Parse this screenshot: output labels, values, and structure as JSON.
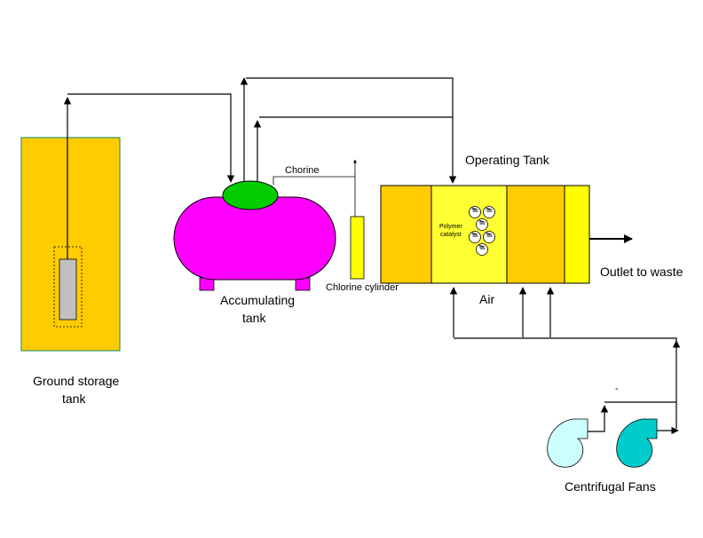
{
  "labels": {
    "ground_storage_line1": "Ground storage",
    "ground_storage_line2": "tank",
    "accumulating_line1": "Accumulating",
    "accumulating_line2": "tank",
    "chorine": "Chorine",
    "chlorine_cylinder": "Chlorine cylinder",
    "operating_tank": "Operating Tank",
    "polymer_line1": "Polymer",
    "polymer_line2": "catalyst",
    "air": "Air",
    "outlet": "Outlet to waste",
    "centrifugal_fans": "Centrifugal Fans",
    "dash_mark": "-"
  },
  "colors": {
    "ground_tank": "#FFCC00",
    "ground_tank_border": "#339966",
    "pump_body": "#C0C0C0",
    "accum_body": "#FF00FF",
    "accum_dome": "#00CC00",
    "cylinder": "#FFFF00",
    "op_outer": "#FFCC00",
    "op_inner": "#FFFF33",
    "fan_left": "#CCFFFF",
    "fan_right": "#00CCCC",
    "line": "#000000"
  }
}
